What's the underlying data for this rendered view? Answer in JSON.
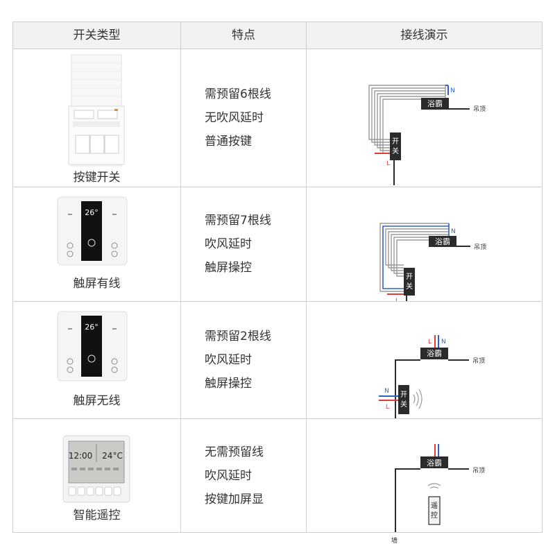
{
  "header": {
    "col1": "开关类型",
    "col2": "特点",
    "col3": "接线演示"
  },
  "rows": [
    {
      "type": "按键开关",
      "features": [
        "需预留6根线",
        "无吹风延时",
        "普通按键"
      ]
    },
    {
      "type": "触屏有线",
      "features": [
        "需预留7根线",
        "吹风延时",
        "触屏操控"
      ],
      "display": "26°"
    },
    {
      "type": "触屏无线",
      "features": [
        "需预留2根线",
        "吹风延时",
        "触屏操控"
      ],
      "display": "26°"
    },
    {
      "type": "智能遥控",
      "features": [
        "无需预留线",
        "吹风延时",
        "按键加屏显"
      ],
      "display_time": "12:00",
      "display_temp": "24°C"
    }
  ],
  "diagram": {
    "yuba": "浴霸",
    "ceiling": "吊顶",
    "wall": "墙",
    "switch_char1": "开",
    "switch_char2": "关",
    "remote_char1": "遥",
    "remote_char2": "控",
    "live": "L",
    "neutral": "N"
  },
  "colors": {
    "live": "#e03a3a",
    "neutral": "#2f5fcf",
    "wire": "#9a9a9a",
    "dark": "#2b2b2b"
  }
}
